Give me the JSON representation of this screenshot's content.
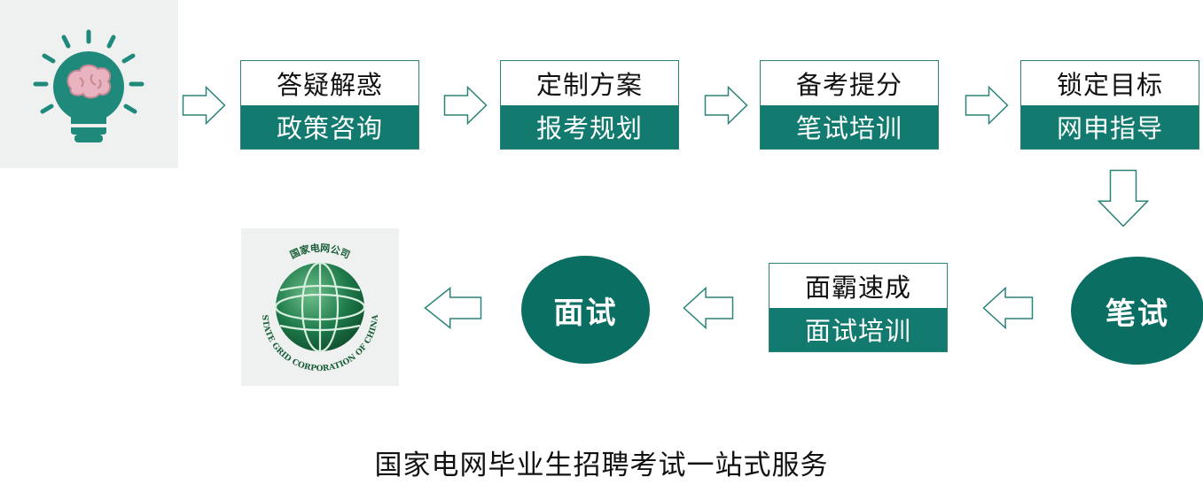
{
  "steps": [
    {
      "top": "答疑解惑",
      "bottom": "政策咨询"
    },
    {
      "top": "定制方案",
      "bottom": "报考规划"
    },
    {
      "top": "备考提分",
      "bottom": "笔试培训"
    },
    {
      "top": "锁定目标",
      "bottom": "网申指导"
    }
  ],
  "written_exam": "笔试",
  "interview_training": {
    "top": "面霸速成",
    "bottom": "面试培训"
  },
  "interview": "面试",
  "logo": {
    "chinese": "国家电网公司",
    "english": "STATE GRID CORPORATION OF CHINA"
  },
  "caption": "国家电网毕业生招聘考试一站式服务",
  "colors": {
    "primary": "#127a6e",
    "oval": "#0b6e63",
    "icon_bg": "#eef1f0"
  },
  "icons": [
    "lightbulb-brain-icon",
    "arrow-right-icon",
    "arrow-down-icon",
    "arrow-left-icon"
  ]
}
